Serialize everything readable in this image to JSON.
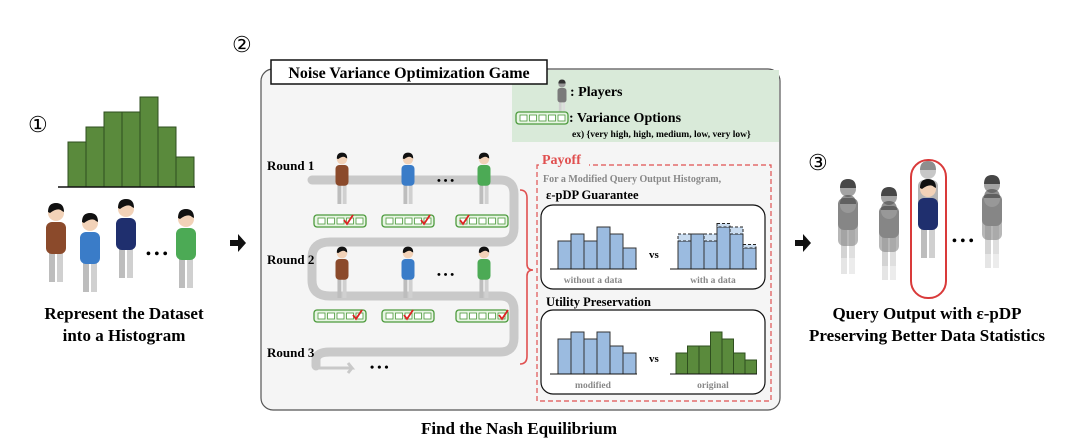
{
  "steps": {
    "step1": {
      "number": "①",
      "caption_line1": "Represent the Dataset",
      "caption_line2": "into a Histogram",
      "ellipsis": "• • •",
      "histogram_values": [
        3,
        4,
        5,
        5,
        6,
        4,
        2
      ]
    },
    "step2": {
      "number": "②",
      "title": "Noise Variance Optimization Game",
      "legend": {
        "players_label": ": Players",
        "variance_label": ": Variance Options",
        "variance_example": "ex) {very high, high, medium, low, very low}"
      },
      "rounds": [
        "Round 1",
        "Round 2",
        "Round 3"
      ],
      "ellipsis": "• • •",
      "payoff": {
        "title": "Payoff",
        "subtitle": "For a Modified Query Output Histogram,",
        "pdp": {
          "title": "ε-pDP Guarantee",
          "left_label": "without a data",
          "vs": "vs",
          "right_label": "with a data",
          "without_values": [
            4,
            5,
            4,
            6,
            5,
            3
          ],
          "with_values": [
            4,
            5,
            4,
            6,
            5,
            3
          ],
          "with_extra": [
            1,
            0,
            1,
            0.5,
            1,
            0.5
          ]
        },
        "utility": {
          "title": "Utility Preservation",
          "left_label": "modified",
          "vs": "vs",
          "right_label": "original",
          "modified_values": [
            5,
            6,
            5,
            6,
            4,
            3
          ],
          "original_values": [
            3,
            4,
            4,
            6,
            5,
            3,
            2
          ]
        }
      },
      "footer": "Find the Nash Equilibrium"
    },
    "step3": {
      "number": "③",
      "caption_line1": "Query Output with ε-pDP",
      "caption_line2": "Preserving Better Data Statistics",
      "ellipsis": "• • •"
    }
  },
  "colors": {
    "histogram_green": "#5a8a3c",
    "histogram_blue": "#9bbbe0",
    "legend_bg": "#d9ead9",
    "payoff_red": "#e05050",
    "highlight_red": "#d93a3a",
    "player_brown": "#8b4a2b",
    "player_blue": "#3a7cc8",
    "player_navy": "#1f2f6e",
    "player_green": "#4caa55"
  }
}
